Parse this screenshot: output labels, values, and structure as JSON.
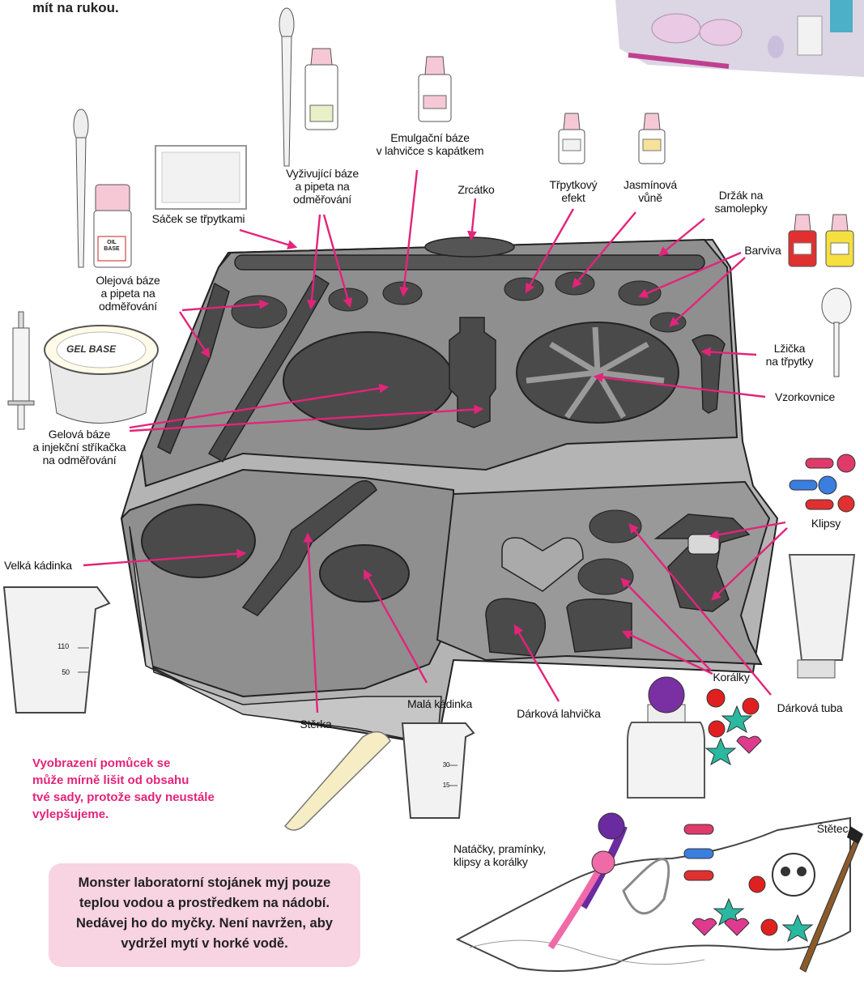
{
  "top_text": "mít na rukou.",
  "labels": {
    "sacek": "Sáček se třpytkami",
    "vyzivujici": [
      "Vyživující báze",
      "a pipeta na",
      "odměřování"
    ],
    "emulgacni": [
      "Emulgační báze",
      "v lahvičce s kapátkem"
    ],
    "zrcatko": "Zrcátko",
    "trpytkovy": [
      "Třpytkový",
      "efekt"
    ],
    "jasminova": [
      "Jasmínová",
      "vůně"
    ],
    "drzak": [
      "Držák na",
      "samolepky"
    ],
    "barviva": "Barviva",
    "olejova": [
      "Olejová báze",
      "a pipeta na",
      "odměřování"
    ],
    "lzicka": [
      "Lžička",
      "na třpytky"
    ],
    "vzorkovnice": "Vzorkovnice",
    "gelova": [
      "Gelová báze",
      "a injekční stříkačka",
      "na odměřování"
    ],
    "klipsy": "Klipsy",
    "velka": "Velká kádinka",
    "koralky": "Korálky",
    "darkova_tuba": "Dárková tuba",
    "mala": "Malá kádinka",
    "darkova_lahvicka": "Dárková lahvička",
    "sterka": "Stěrka",
    "stetec": "Štětec",
    "natacky": [
      "Natáčky, pramínky,",
      "klipsy a korálky"
    ]
  },
  "product_labels": {
    "gel_base": "GEL BASE",
    "oil_base": [
      "OIL",
      "BASE"
    ]
  },
  "beaker_marks": {
    "large": [
      "110",
      "50"
    ],
    "small": [
      "30",
      "15"
    ]
  },
  "note": [
    "Vyobrazení pomůcek se",
    "může mírně lišit od obsahu",
    "tvé sady, protože sady neustále",
    "vylepšujeme."
  ],
  "warning": [
    "Monster laboratorní stojánek myj pouze",
    "teplou vodou a prostředkem na nádobí.",
    "Nedávej ho do myčky. Není navržen, aby",
    "vydržel mytí v horké vodě."
  ],
  "colors": {
    "arrow": "#e3247a",
    "tray_top": "#8e8e8e",
    "tray_side": "#b5b5b5",
    "well": "#4a4a4a",
    "note_text": "#e3247a",
    "warning_bg": "#f8d3e1"
  }
}
